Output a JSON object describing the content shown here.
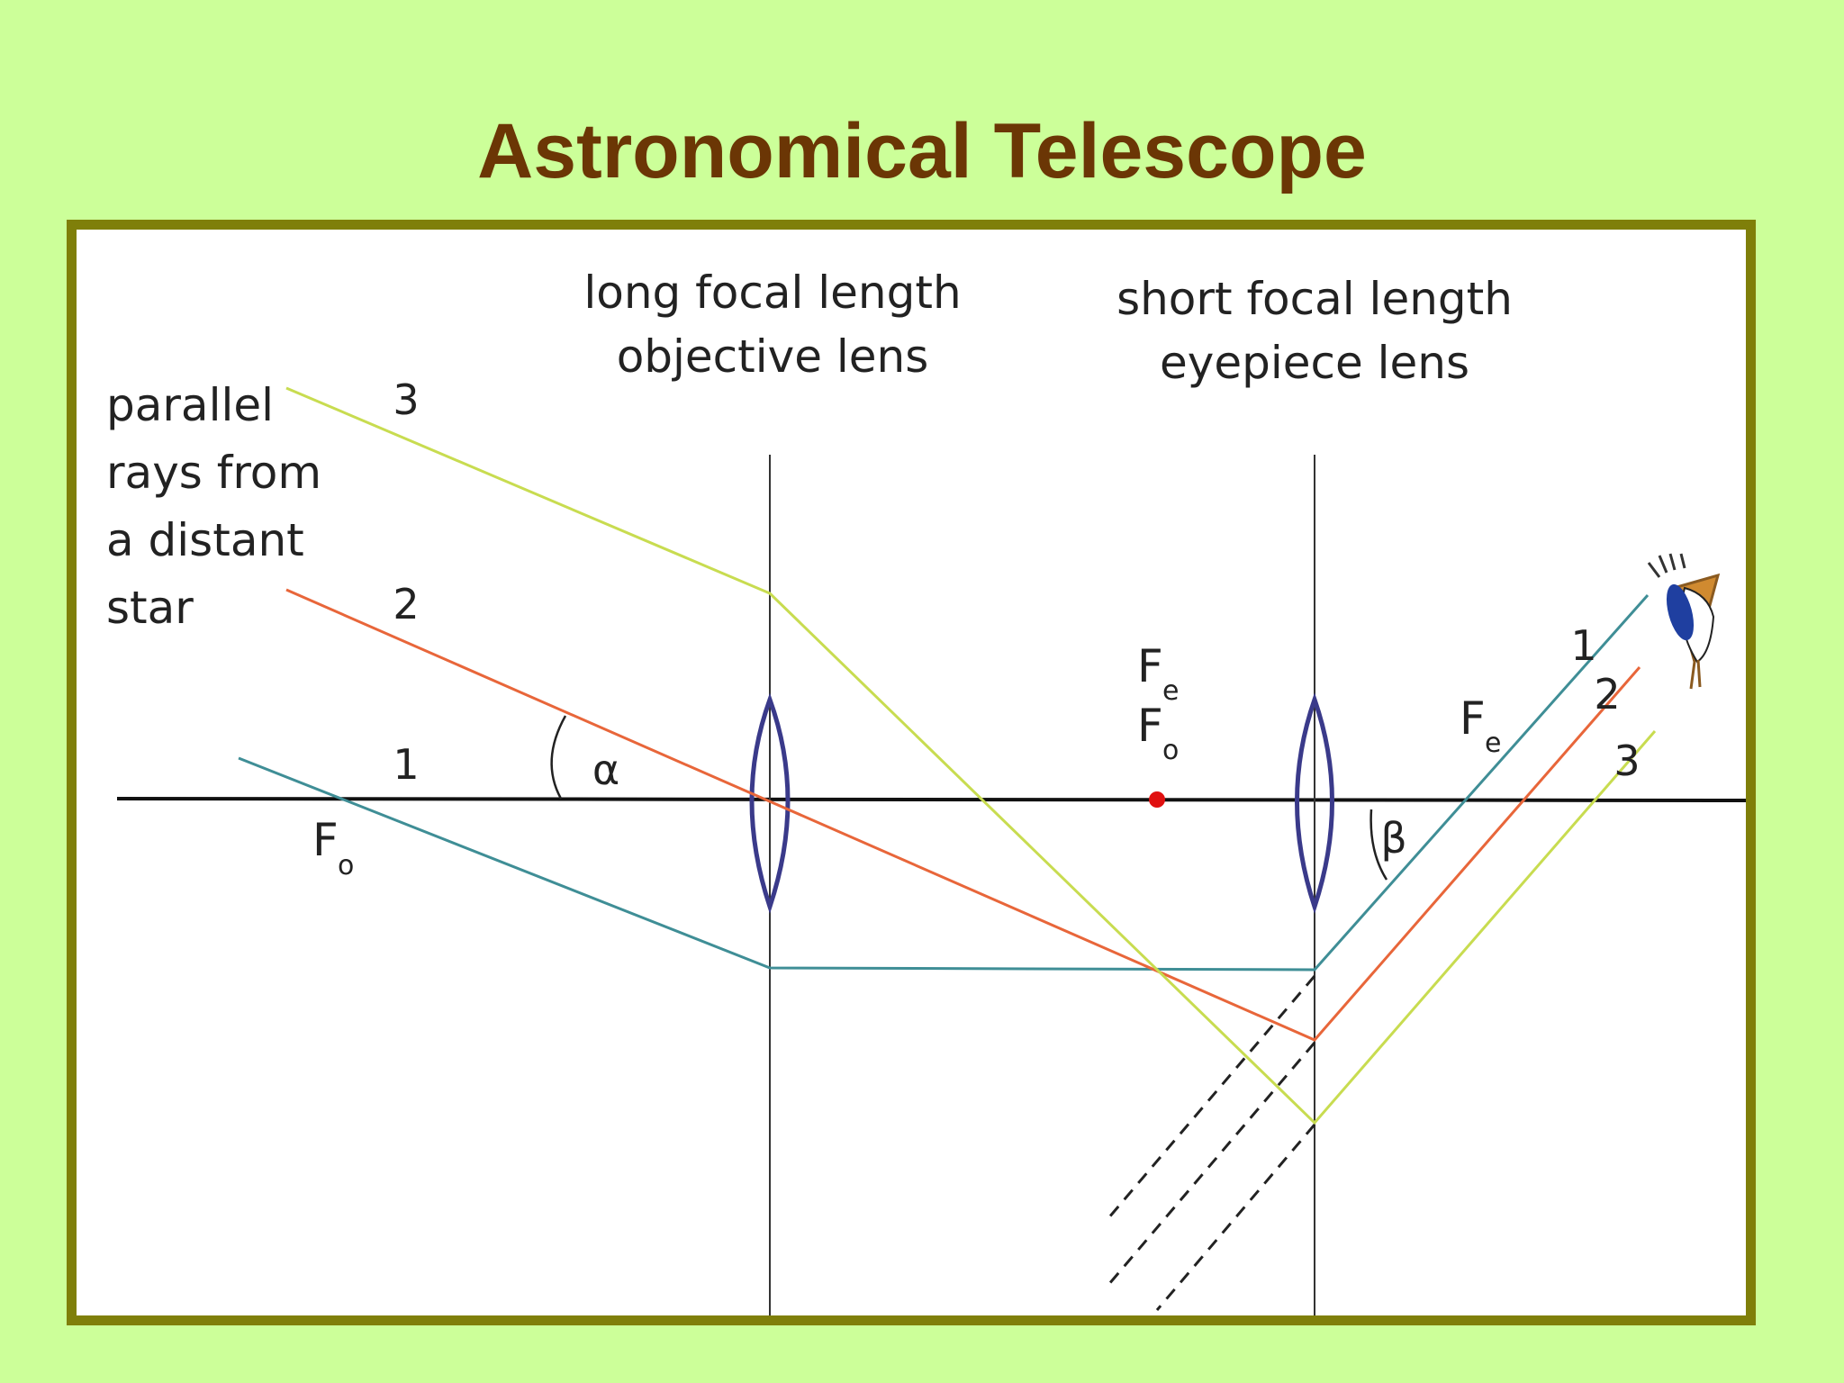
{
  "title": "Astronomical Telescope",
  "labels": {
    "objective_line1": "long focal length",
    "objective_line2": "objective lens",
    "eyepiece_line1": "short focal length",
    "eyepiece_line2": "eyepiece lens",
    "source_lines": [
      "parallel",
      "rays from",
      "a distant",
      "star"
    ],
    "alpha": "α",
    "beta": "β",
    "focal_main": "F",
    "sub_o": "o",
    "sub_e": "e"
  },
  "rays": [
    {
      "number": "1",
      "color": "#3f8e96"
    },
    {
      "number": "2",
      "color": "#e8663a"
    },
    {
      "number": "3",
      "color": "#c8dc50"
    }
  ],
  "colors": {
    "background": "#ccff99",
    "title": "#6b3605",
    "frame_border": "#7f7f0a",
    "lens": "#3a3a8a",
    "focal_point": "#e01010"
  }
}
